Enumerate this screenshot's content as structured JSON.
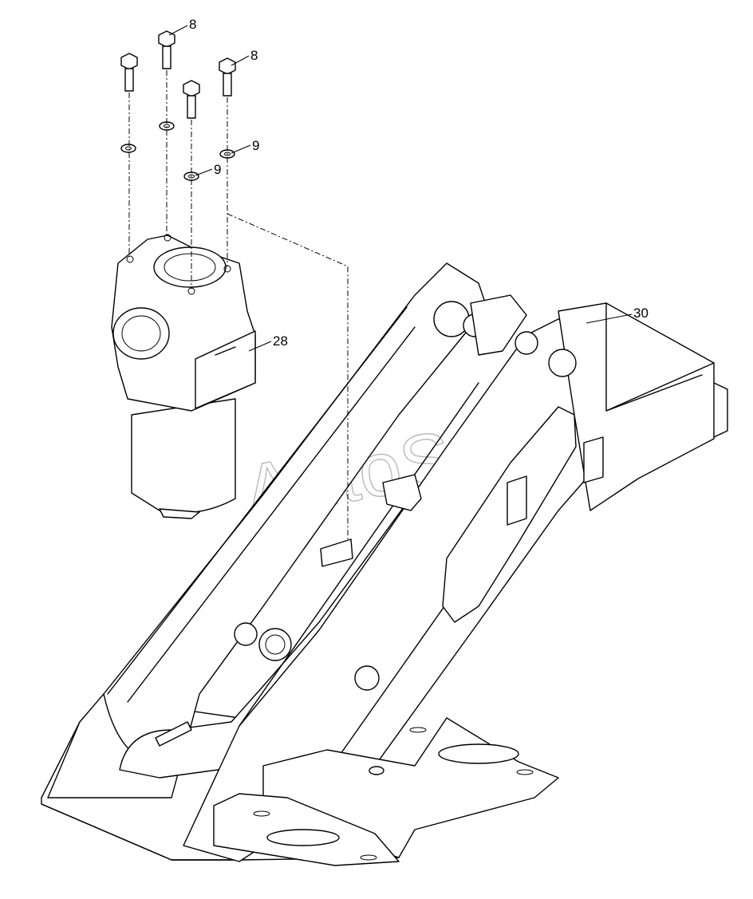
{
  "callouts": [
    {
      "label": "8"
    },
    {
      "label": "8"
    },
    {
      "label": "9"
    },
    {
      "label": "9"
    },
    {
      "label": "28"
    },
    {
      "label": "30"
    }
  ],
  "watermark": {
    "text": "AutoSoft",
    "color": "#b5b5b5"
  },
  "colors": {
    "line": "#000000",
    "background": "#ffffff"
  }
}
